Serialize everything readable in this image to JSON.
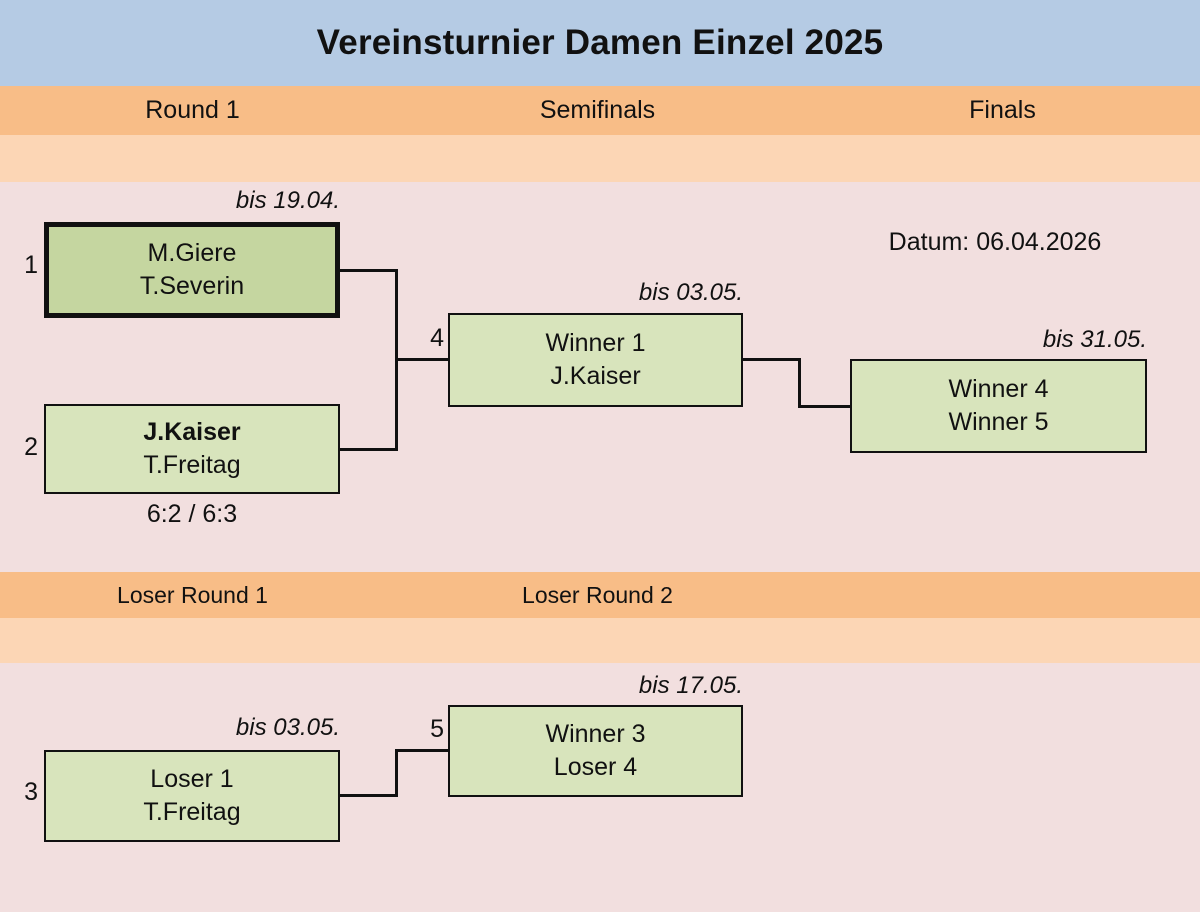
{
  "title": "Vereinsturnier Damen Einzel 2025",
  "colors": {
    "title_band": "#b5cbe4",
    "round_band": "#f8bd87",
    "round_band_light": "#fcd6b5",
    "body": "#f2dfdf",
    "box_fill": "#d8e4bc",
    "box_fill_highlight": "#c5d6a0",
    "line": "#111111"
  },
  "winner_bracket": {
    "headers": [
      {
        "label": "Round 1"
      },
      {
        "label": "Semifinals"
      },
      {
        "label": "Finals"
      }
    ]
  },
  "loser_bracket": {
    "headers": [
      {
        "label": "Loser Round 1"
      },
      {
        "label": "Loser Round 2"
      }
    ]
  },
  "final_date": "Datum: 06.04.2026",
  "matches": [
    {
      "id": "match-1",
      "seed": "1",
      "due": "bis 19.04.",
      "player_top": "M.Giere",
      "player_bottom": "T.Severin",
      "top_winner": false,
      "bottom_winner": false,
      "highlight": true,
      "score": ""
    },
    {
      "id": "match-2",
      "seed": "2",
      "due": "",
      "player_top": "J.Kaiser",
      "player_bottom": "T.Freitag",
      "top_winner": true,
      "bottom_winner": false,
      "highlight": false,
      "score": "6:2 / 6:3"
    },
    {
      "id": "match-4",
      "seed": "4",
      "due": "bis 03.05.",
      "player_top": "Winner 1",
      "player_bottom": "J.Kaiser",
      "top_winner": false,
      "bottom_winner": false,
      "highlight": false,
      "score": ""
    },
    {
      "id": "match-final",
      "seed": "",
      "due": "bis 31.05.",
      "player_top": "Winner 4",
      "player_bottom": "Winner 5",
      "top_winner": false,
      "bottom_winner": false,
      "highlight": false,
      "score": ""
    },
    {
      "id": "match-3",
      "seed": "3",
      "due": "bis 03.05.",
      "player_top": "Loser 1",
      "player_bottom": "T.Freitag",
      "top_winner": false,
      "bottom_winner": false,
      "highlight": false,
      "score": ""
    },
    {
      "id": "match-5",
      "seed": "5",
      "due": "bis 17.05.",
      "player_top": "Winner 3",
      "player_bottom": "Loser 4",
      "top_winner": false,
      "bottom_winner": false,
      "highlight": false,
      "score": ""
    }
  ]
}
